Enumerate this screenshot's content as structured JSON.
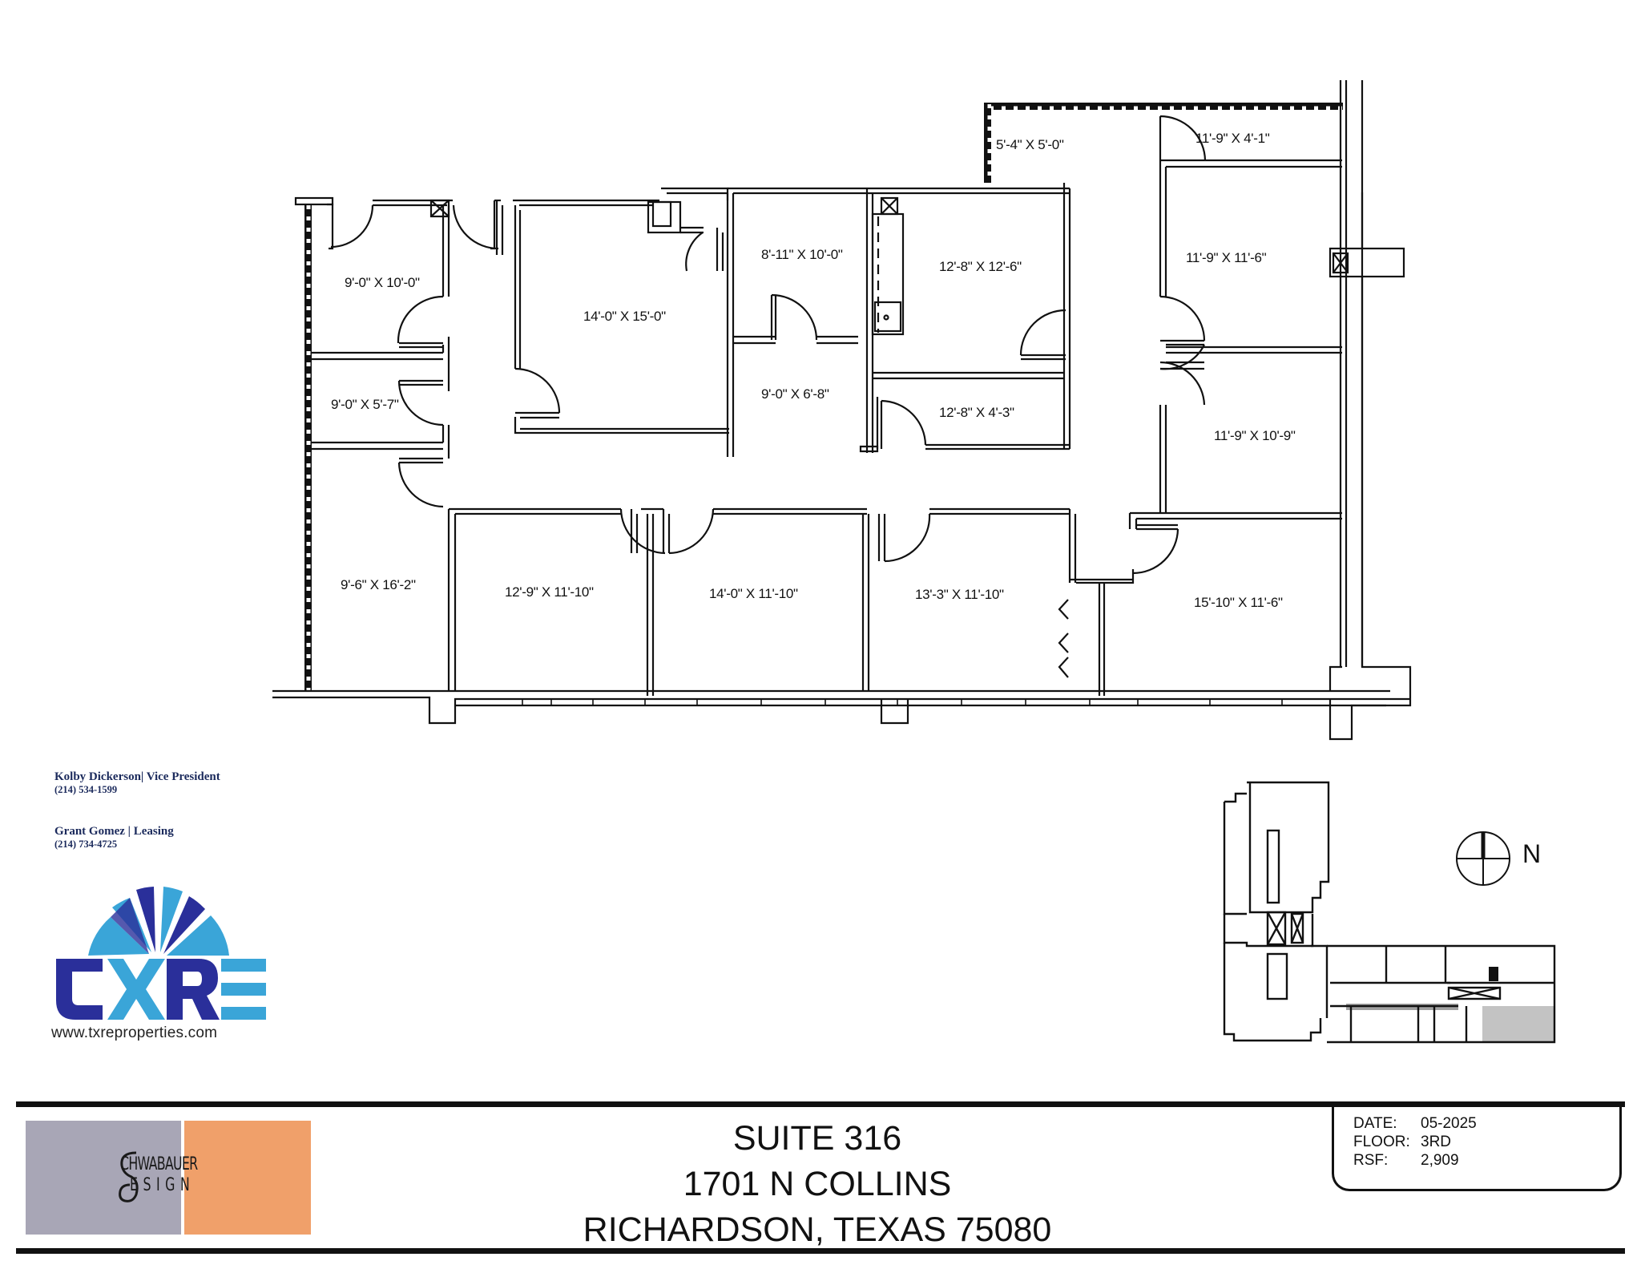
{
  "plan": {
    "rooms": [
      {
        "id": "r1",
        "label": "9'-0\" X 10'-0\""
      },
      {
        "id": "r2",
        "label": "9'-0\" X 5'-7\""
      },
      {
        "id": "r3",
        "label": "9'-6\" X 16'-2\""
      },
      {
        "id": "r4",
        "label": "14'-0\" X 15'-0\""
      },
      {
        "id": "r5",
        "label": "8'-11\" X 10'-0\""
      },
      {
        "id": "r6",
        "label": "9'-0\" X 6'-8\""
      },
      {
        "id": "r7",
        "label": "12'-8\" X 12'-6\""
      },
      {
        "id": "r8",
        "label": "12'-8\" X 4'-3\""
      },
      {
        "id": "r9",
        "label": "5'-4\" X 5'-0\""
      },
      {
        "id": "r10",
        "label": "11'-9\" X 4'-1\""
      },
      {
        "id": "r11",
        "label": "11'-9\" X 11'-6\""
      },
      {
        "id": "r12",
        "label": "11'-9\" X 10'-9\""
      },
      {
        "id": "r13",
        "label": "12'-9\" X 11'-10\""
      },
      {
        "id": "r14",
        "label": "14'-0\" X 11'-10\""
      },
      {
        "id": "r15",
        "label": "13'-3\" X 11'-10\""
      },
      {
        "id": "r16",
        "label": "15'-10\" X 11'-6\""
      }
    ]
  },
  "contacts": [
    {
      "name": "Kolby Dickerson| Vice President",
      "phone": "(214) 534-1599"
    },
    {
      "name": "Grant Gomez | Leasing",
      "phone": "(214) 734-4725"
    }
  ],
  "brand": {
    "logo_text": "TXRE",
    "url": "www.txreproperties.com",
    "colors": {
      "dark_blue": "#2a2f9a",
      "light_blue": "#3aa5d8"
    }
  },
  "keyplan": {
    "north_label": "N"
  },
  "footer": {
    "designer_line1": "CHWABAUER",
    "designer_line2": "ESIGN",
    "designer_colors": {
      "grey": "#a8a6b6",
      "orange": "#f0a06a"
    },
    "title_lines": [
      "SUITE 316",
      "1701 N COLLINS",
      "RICHARDSON, TEXAS 75080"
    ],
    "info": [
      {
        "key": "DATE:",
        "value": "05-2025"
      },
      {
        "key": "FLOOR:",
        "value": "3RD"
      },
      {
        "key": "RSF:",
        "value": "2,909"
      }
    ]
  }
}
